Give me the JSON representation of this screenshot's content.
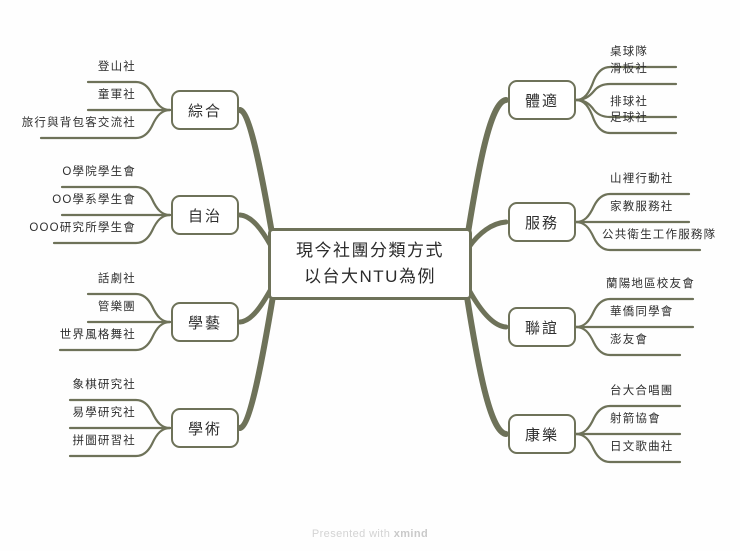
{
  "central": {
    "line1": "現今社團分類方式",
    "line2": "以台大NTU為例"
  },
  "footer": {
    "prefix": "Presented with ",
    "brand": "xmind"
  },
  "colors": {
    "branch": "#6e7259",
    "node_border": "#6e7259",
    "text": "#2f2f2f",
    "background": "#fefefe",
    "footer_text": "#d3d3d3"
  },
  "branches": {
    "left": [
      {
        "label": "綜合",
        "children": [
          "登山社",
          "童軍社",
          "旅行與背包客交流社"
        ]
      },
      {
        "label": "自治",
        "children": [
          "O學院學生會",
          "OO學系學生會",
          "OOO研究所學生會"
        ]
      },
      {
        "label": "學藝",
        "children": [
          "話劇社",
          "管樂團",
          "世界風格舞社"
        ]
      },
      {
        "label": "學術",
        "children": [
          "象棋研究社",
          "易學研究社",
          "拼圖研習社"
        ]
      }
    ],
    "right": [
      {
        "label": "體適",
        "children": [
          "桌球隊",
          "滑板社",
          "排球社",
          "足球社"
        ]
      },
      {
        "label": "服務",
        "children": [
          "山裡行動社",
          "家教服務社",
          "公共衛生工作服務隊"
        ]
      },
      {
        "label": "聯誼",
        "children": [
          "蘭陽地區校友會",
          "華僑同學會",
          "澎友會"
        ]
      },
      {
        "label": "康樂",
        "children": [
          "台大合唱團",
          "射箭協會",
          "日文歌曲社"
        ]
      }
    ]
  }
}
